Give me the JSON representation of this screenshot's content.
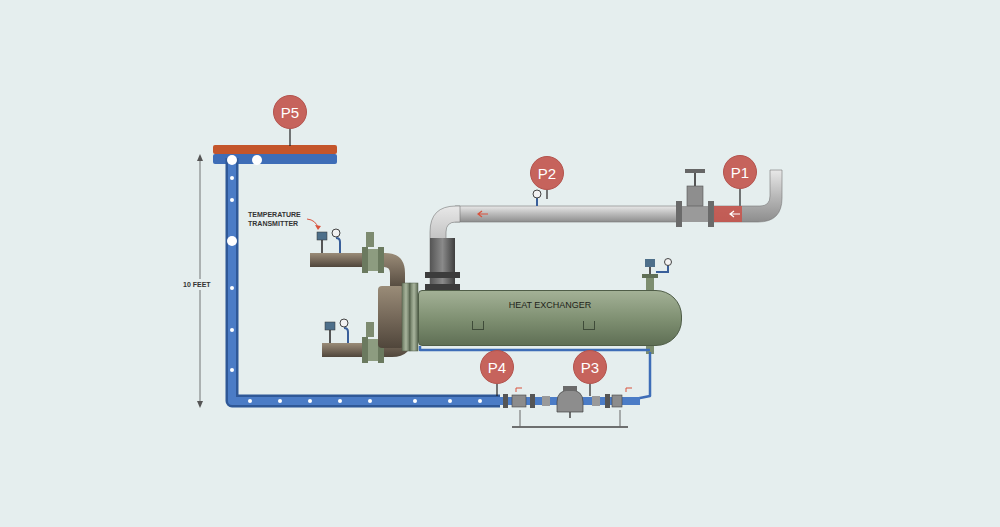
{
  "diagram": {
    "nodes": [
      {
        "text": [
          "P5"
        ]
      },
      {
        "text": [
          "P2"
        ]
      },
      {
        "text": [
          "P1"
        ]
      },
      {
        "text": [
          "HEAT EXCHANGER"
        ]
      },
      {
        "text": [
          "P4"
        ]
      },
      {
        "text": [
          "P3"
        ]
      }
    ],
    "labels": [
      "TEMPERATURE TRANSMITTER",
      "10 FEET"
    ]
  }
}
